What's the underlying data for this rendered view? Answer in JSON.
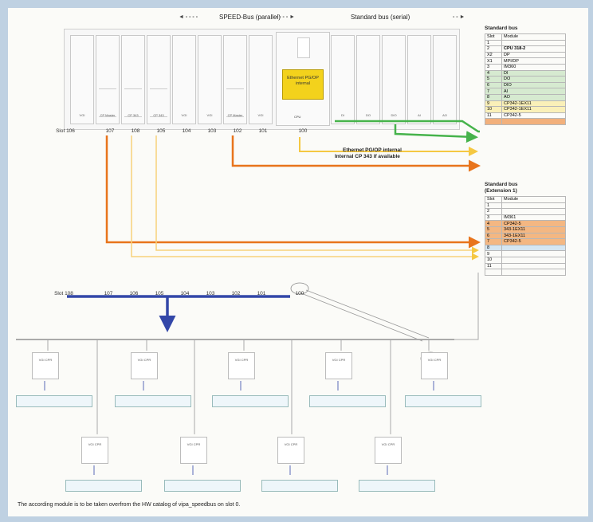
{
  "header": {
    "speed_bus": "SPEED-Bus (parallel)",
    "standard_bus": "Standard bus (serial)"
  },
  "top_slots": [
    "Slot 106",
    "107",
    "108",
    "105",
    "104",
    "103",
    "102",
    "101",
    "100"
  ],
  "yellow_box": "Ethernet PG/OP internal",
  "arrows": {
    "ethernet": "Ethernet PG/OP internal",
    "cp343": "Internal CP 343 if available"
  },
  "standard_bus": {
    "title": "Standard bus",
    "col_slot": "Slot",
    "col_module": "Module",
    "rows": [
      [
        "1",
        ""
      ],
      [
        "2",
        "CPU 318-2"
      ],
      [
        "X2",
        "DP"
      ],
      [
        "X1",
        "MPI/DP"
      ],
      [
        "3",
        "IM360"
      ],
      [
        "4",
        "DI"
      ],
      [
        "5",
        "DO"
      ],
      [
        "6",
        "DIO"
      ],
      [
        "7",
        "AI"
      ],
      [
        "8",
        "AO"
      ],
      [
        "9",
        "CP342-1EX11"
      ],
      [
        "10",
        "CP342-1EX11"
      ],
      [
        "11",
        "CP342-5"
      ],
      [
        "",
        ""
      ]
    ]
  },
  "extension_bus": {
    "title": "Standard bus",
    "subtitle": "(Extension 1)",
    "col_slot": "Slot",
    "col_module": "Module",
    "rows": [
      [
        "1",
        ""
      ],
      [
        "2",
        ""
      ],
      [
        "3",
        "IM361"
      ],
      [
        "4",
        "CP342-5"
      ],
      [
        "5",
        "343-1EX11"
      ],
      [
        "6",
        "343-1EX11"
      ],
      [
        "7",
        "CP342-5"
      ],
      [
        "8",
        ""
      ],
      [
        "9",
        ""
      ],
      [
        "10",
        ""
      ],
      [
        "11",
        ""
      ],
      [
        "",
        ""
      ]
    ]
  },
  "bottom_slots": [
    "Slot 108",
    "107",
    "106",
    "105",
    "104",
    "103",
    "102",
    "101",
    "100"
  ],
  "footer": "The according module is to be taken overfrom the HW catalog of vipa_speedbus on slot 0."
}
